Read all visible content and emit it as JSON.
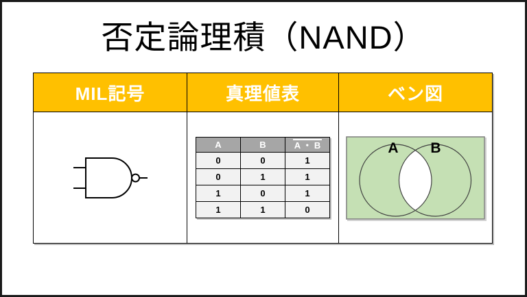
{
  "slide": {
    "title": "否定論理積（NAND）"
  },
  "table": {
    "columns": {
      "mil": "MIL記号",
      "truth": "真理値表",
      "venn": "ベン図"
    }
  },
  "truth_table": {
    "headers": {
      "a": "A",
      "b": "B",
      "out": "A ・ B"
    },
    "rows": [
      [
        "0",
        "0",
        "1"
      ],
      [
        "0",
        "1",
        "1"
      ],
      [
        "1",
        "0",
        "1"
      ],
      [
        "1",
        "1",
        "0"
      ]
    ]
  },
  "venn": {
    "label_a": "A",
    "label_b": "B"
  },
  "colors": {
    "accent_orange": "#FFC000",
    "tt_header_gray": "#A6A6A6",
    "tt_cell_bg": "#F2F2F2",
    "venn_green": "#C5E0B4",
    "line_black": "#000000"
  }
}
